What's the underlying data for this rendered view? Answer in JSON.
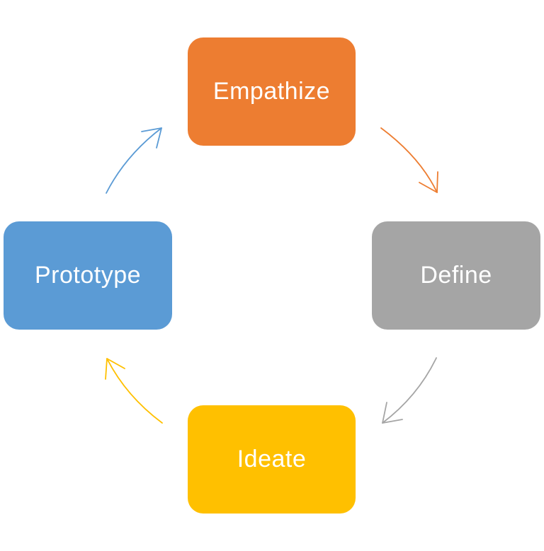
{
  "diagram": {
    "nodes": [
      {
        "id": "empathize",
        "label": "Empathize",
        "color": "#ED7D31"
      },
      {
        "id": "define",
        "label": "Define",
        "color": "#A5A5A5"
      },
      {
        "id": "ideate",
        "label": "Ideate",
        "color": "#FFC000"
      },
      {
        "id": "prototype",
        "label": "Prototype",
        "color": "#5B9BD5"
      }
    ],
    "edges": [
      {
        "from": "empathize",
        "to": "define",
        "color": "#ED7D31"
      },
      {
        "from": "define",
        "to": "ideate",
        "color": "#A5A5A5"
      },
      {
        "from": "ideate",
        "to": "prototype",
        "color": "#FFC000"
      },
      {
        "from": "prototype",
        "to": "empathize",
        "color": "#5B9BD5"
      }
    ]
  }
}
